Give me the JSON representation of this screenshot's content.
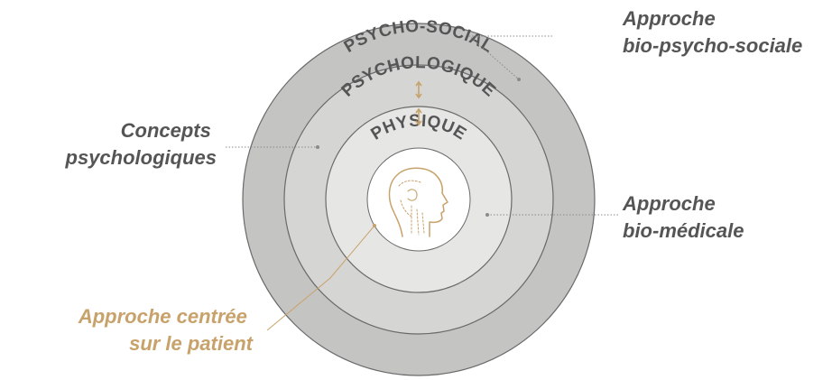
{
  "colors": {
    "ring_outer": "#c4c4c2",
    "ring_middle": "#d5d5d3",
    "ring_inner": "#e6e6e4",
    "center": "#ffffff",
    "ring_stroke": "#6a6a6a",
    "ring_text": "#555555",
    "side_text": "#555555",
    "accent": "#c8a26b",
    "leader": "#8a8a8a"
  },
  "rings": {
    "psycho_social": "PSYCHO-SOCIAL",
    "psychologique": "PSYCHOLOGIQUE",
    "physique": "PHYSIQUE"
  },
  "labels": {
    "bio_psycho_sociale": {
      "line1": "Approche",
      "line2": "bio-psycho-sociale"
    },
    "concepts": {
      "line1": "Concepts",
      "line2": "psychologiques"
    },
    "bio_medicale": {
      "line1": "Approche",
      "line2": "bio-médicale"
    },
    "centree_patient": {
      "line1": "Approche centrée",
      "line2": "sur le patient"
    }
  },
  "icons": {
    "center": "human-head-profile-icon",
    "arrows": "double-headed-arrow-icon"
  }
}
